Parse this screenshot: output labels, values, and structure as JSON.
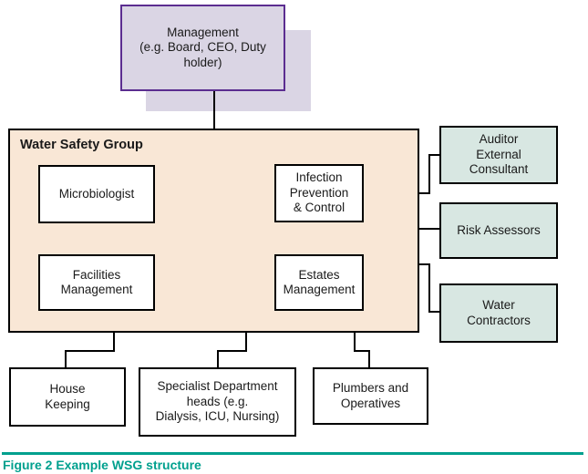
{
  "colors": {
    "purple-border": "#5B2D90",
    "lavender-fill": "#DAD5E4",
    "peach-fill": "#F9E7D6",
    "green-fill": "#D8E7E2",
    "teal-accent": "#00A08E",
    "line-color": "#000000"
  },
  "nodes": {
    "management": "Management\n(e.g. Board, CEO, Duty\nholder)",
    "wsg_title": "Water Safety Group",
    "microbiologist": "Microbiologist",
    "infection_prevention": "Infection\nPrevention\n& Control",
    "facilities_management": "Facilities\nManagement",
    "estates_management": "Estates\nManagement",
    "auditor_external_consultant": "Auditor\nExternal\nConsultant",
    "risk_assessors": "Risk Assessors",
    "water_contractors": "Water\nContractors",
    "house_keeping": "House\nKeeping",
    "specialist_department_heads": "Specialist Department\nheads (e.g.\nDialysis, ICU, Nursing)",
    "plumbers_operatives": "Plumbers and\nOperatives"
  },
  "caption": "Figure 2 Example WSG structure"
}
